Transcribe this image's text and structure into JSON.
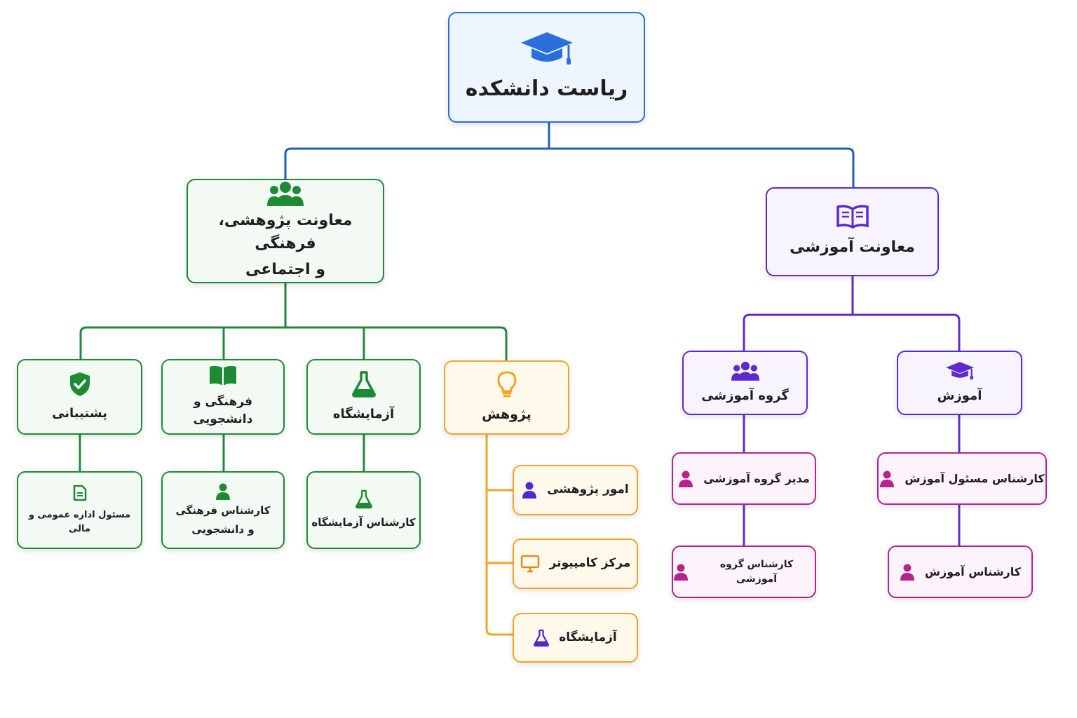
{
  "root": {
    "title": "ریاست دانشکده",
    "icon": "graduation-cap-icon"
  },
  "research_branch": {
    "title": "معاونت پژوهشی، فرهنگی و اجتماعی",
    "title_line1": "معاونت پژوهشی، فرهنگی",
    "title_line2": "و اجتماعی",
    "icon": "users-icon",
    "units": [
      {
        "key": "support",
        "title": "پشتیبانی",
        "icon": "shield-check-icon",
        "child": {
          "title": "مسئول اداره عمومی و مالی",
          "icon": "document-icon"
        }
      },
      {
        "key": "culture",
        "title": "فرهنگی و دانشجویی",
        "icon": "open-book-icon",
        "child": {
          "title_line1": "کارشناس فرهنگی",
          "title_line2": "و دانشجویی",
          "icon": "person-icon"
        }
      },
      {
        "key": "lab",
        "title": "آزمایشگاه",
        "icon": "flask-icon",
        "child": {
          "title": "کارشناس آزمایشگاه",
          "icon": "flask-icon"
        }
      },
      {
        "key": "research",
        "title": "پژوهش",
        "icon": "lightbulb-icon",
        "children": [
          {
            "title": "امور پژوهشی",
            "icon": "person-icon"
          },
          {
            "title": "مرکز کامپیوتر",
            "icon": "monitor-icon"
          },
          {
            "title": "آزمایشگاه",
            "icon": "flask-icon"
          }
        ]
      }
    ]
  },
  "education_branch": {
    "title": "معاونت آموزشی",
    "icon": "open-book-icon",
    "units": [
      {
        "key": "group",
        "title": "گروه آموزشی",
        "icon": "users-icon",
        "children": [
          {
            "title": "مدیر گروه آموزشی",
            "icon": "person-icon"
          },
          {
            "title": "کارشناس گروه آموزشی",
            "icon": "person-icon"
          }
        ]
      },
      {
        "key": "education",
        "title": "آموزش",
        "icon": "graduation-cap-icon",
        "children": [
          {
            "title": "کارشناس مسئول آموزش",
            "icon": "person-icon"
          },
          {
            "title": "کارشناس آموزش",
            "icon": "person-icon"
          }
        ]
      }
    ]
  },
  "colors": {
    "root": "#2a6fdb",
    "research": "#1f8a36",
    "research_sub": "#f2a525",
    "education": "#5b2bd1",
    "education_leaf": "#b3248f",
    "root_line": "#1f5fb8"
  }
}
